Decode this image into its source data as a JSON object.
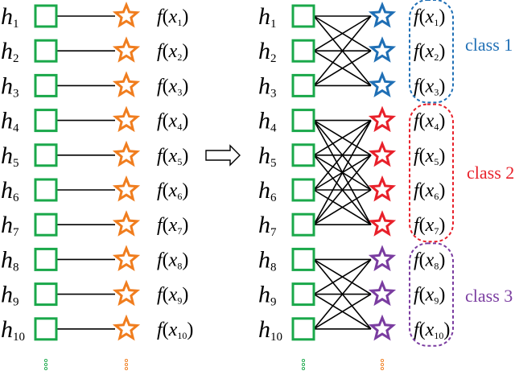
{
  "colors": {
    "node_green": "#1aa84a",
    "star_orange": "#f07d1e",
    "class1": "#1f6fb5",
    "class2": "#e8202a",
    "class3": "#7a3ca0",
    "line": "#000000"
  },
  "symbols": {
    "h": "h",
    "f": "f",
    "x": "x",
    "open_paren": "(",
    "close_paren": ")"
  },
  "rows": [
    {
      "index": "1"
    },
    {
      "index": "2"
    },
    {
      "index": "3"
    },
    {
      "index": "4"
    },
    {
      "index": "5"
    },
    {
      "index": "6"
    },
    {
      "index": "7"
    },
    {
      "index": "8"
    },
    {
      "index": "9"
    },
    {
      "index": "10"
    }
  ],
  "classes": [
    {
      "label": "class 1",
      "rows": [
        0,
        1,
        2
      ],
      "color_key": "class1"
    },
    {
      "label": "class 2",
      "rows": [
        3,
        4,
        5,
        6
      ],
      "color_key": "class2"
    },
    {
      "label": "class 3",
      "rows": [
        7,
        8,
        9
      ],
      "color_key": "class3"
    }
  ],
  "transform_arrow": "arrow-right-icon"
}
